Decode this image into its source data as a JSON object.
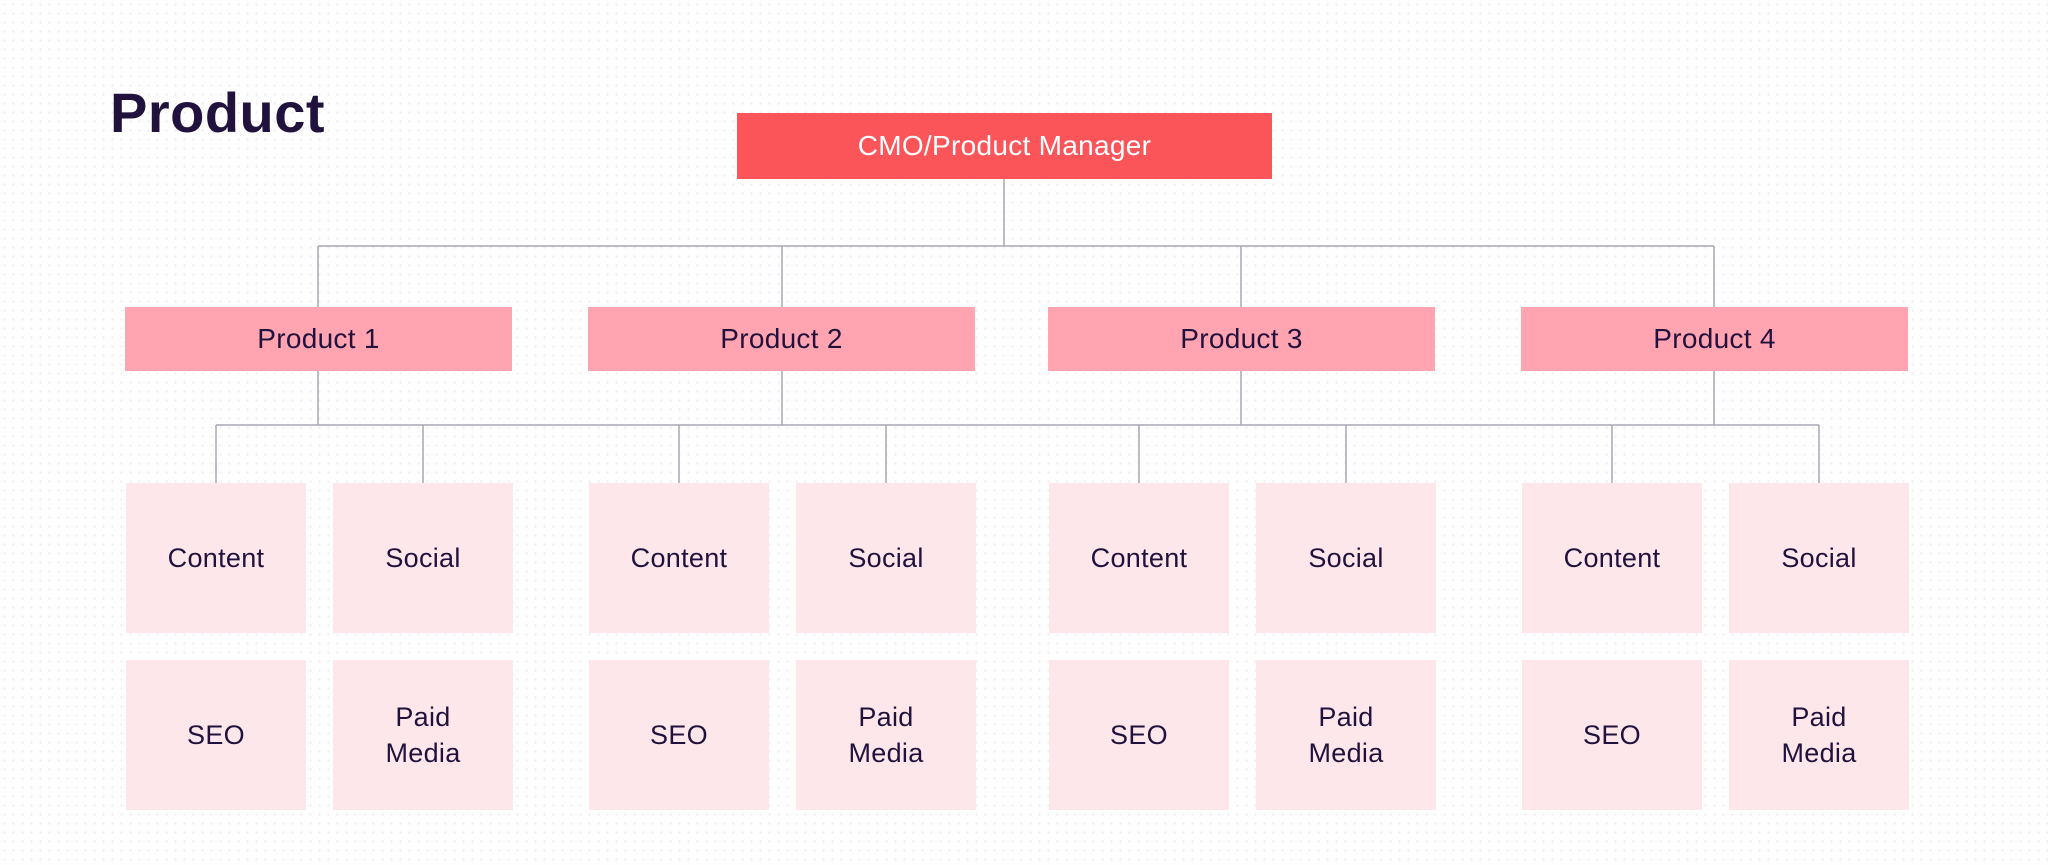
{
  "page": {
    "title": "Product"
  },
  "colors": {
    "background": "#FEFEFE",
    "dot": "#F0EDEF",
    "root-box": "#FB555A",
    "root-text": "#FFFFFF",
    "product-box": "#FFA4B0",
    "child-box": "#FDE7EB",
    "text-dark": "#21123D",
    "connector": "#A8A6B4"
  },
  "org": {
    "root": {
      "label": "CMO/Product Manager"
    },
    "products": [
      {
        "label": "Product 1",
        "children": [
          {
            "label": "Content"
          },
          {
            "label": "Social"
          },
          {
            "label": "SEO"
          },
          {
            "label": "Paid Media"
          }
        ]
      },
      {
        "label": "Product 2",
        "children": [
          {
            "label": "Content"
          },
          {
            "label": "Social"
          },
          {
            "label": "SEO"
          },
          {
            "label": "Paid Media"
          }
        ]
      },
      {
        "label": "Product 3",
        "children": [
          {
            "label": "Content"
          },
          {
            "label": "Social"
          },
          {
            "label": "SEO"
          },
          {
            "label": "Paid Media"
          }
        ]
      },
      {
        "label": "Product 4",
        "children": [
          {
            "label": "Content"
          },
          {
            "label": "Social"
          },
          {
            "label": "SEO"
          },
          {
            "label": "Paid Media"
          }
        ]
      }
    ]
  }
}
